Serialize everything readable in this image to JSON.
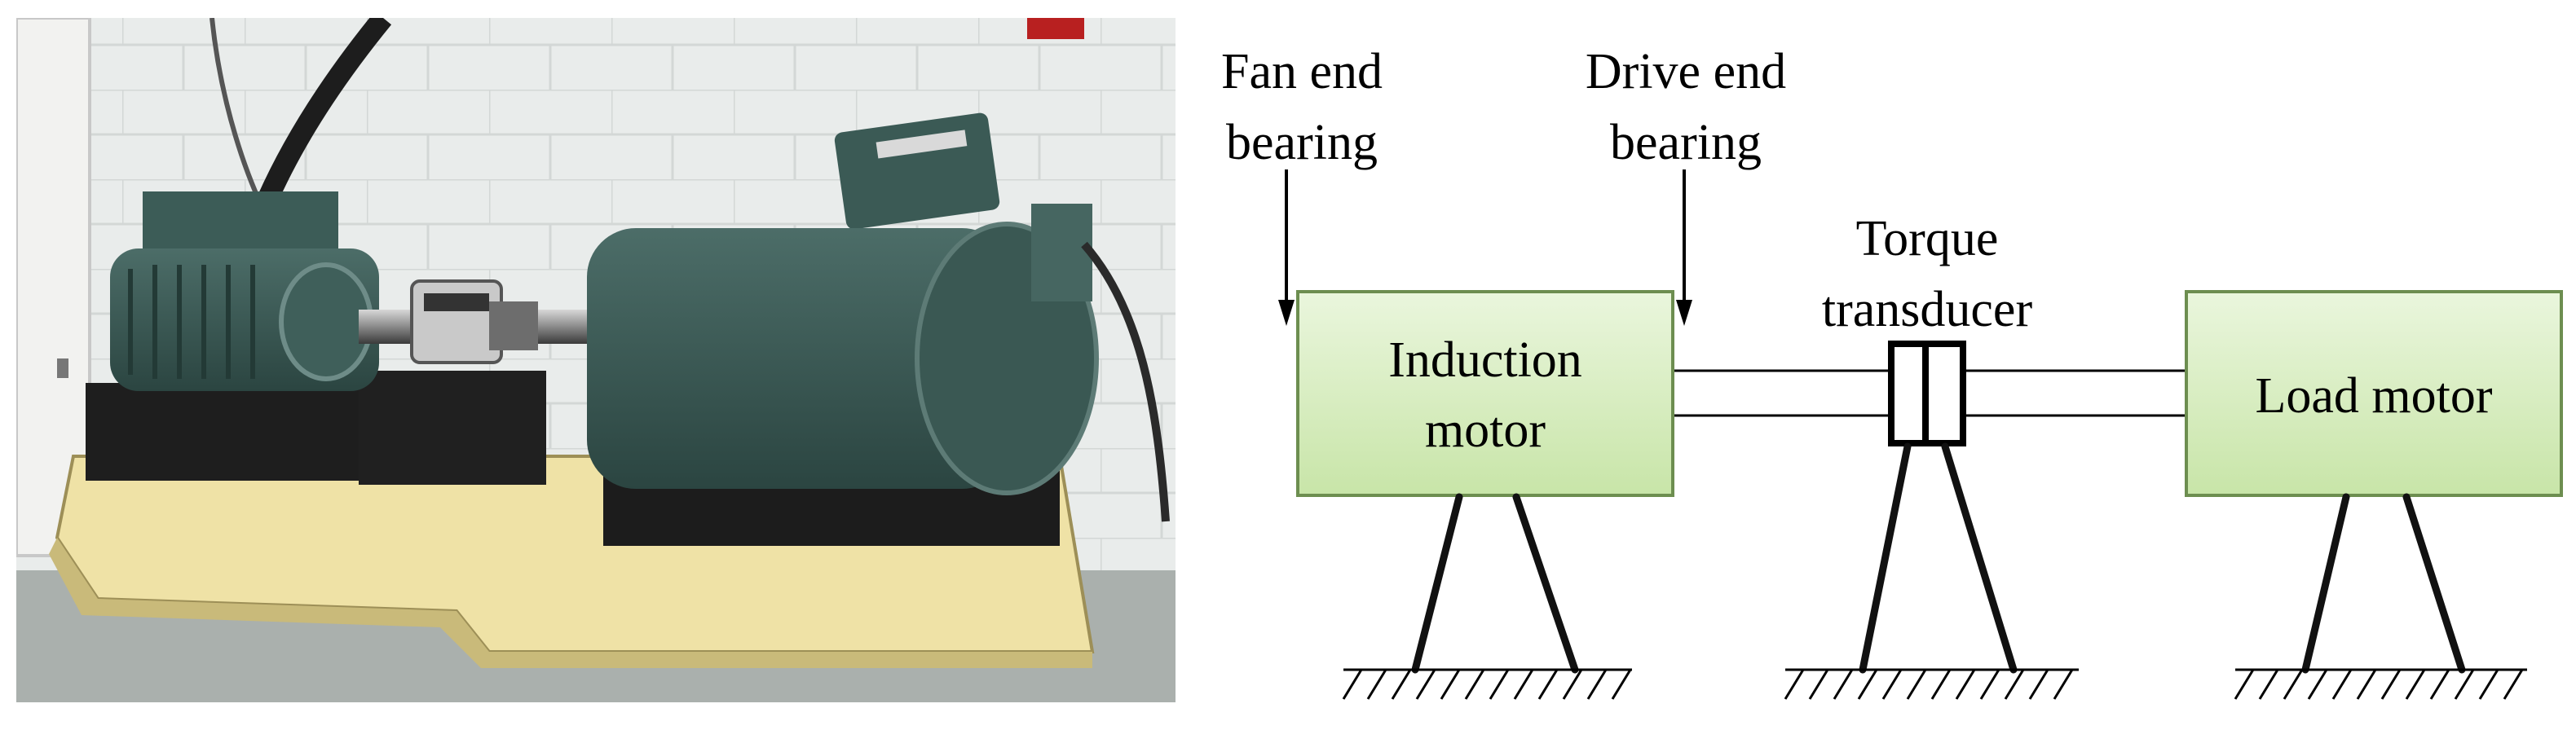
{
  "photo": {
    "description_icon": "test-rig-photo"
  },
  "schematic": {
    "fan_end_label": [
      "Fan end",
      "bearing"
    ],
    "drive_end_label": [
      "Drive end",
      "bearing"
    ],
    "torque_label": [
      "Torque",
      "transducer"
    ],
    "induction_motor_label": [
      "Induction",
      "motor"
    ],
    "load_motor_label": "Load motor"
  },
  "colors": {
    "box_fill_top": "#e6f4d7",
    "box_fill_bottom": "#c9e6aa",
    "box_stroke": "#6d8e50",
    "motor_paint": "#3a5a55",
    "wood": "#efe2a8",
    "wall": "#e8ebea",
    "floor": "#aeb3b0"
  }
}
